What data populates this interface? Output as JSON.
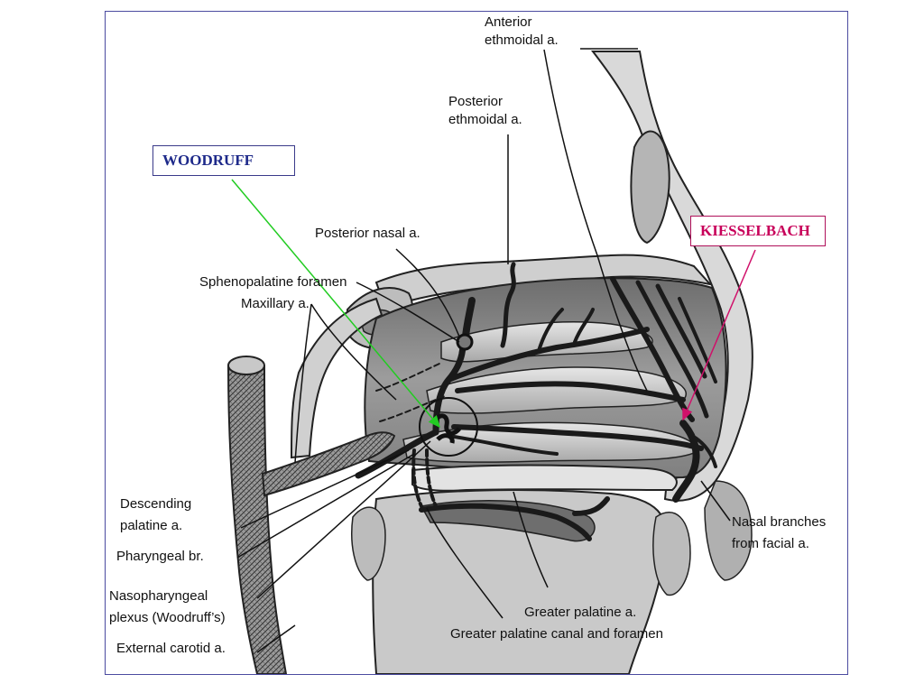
{
  "callouts": {
    "woodruff": "WOODRUFF",
    "kiesselbach": "KIESSELBACH"
  },
  "labels": {
    "anterior_ethmoidal_1": "Anterior",
    "anterior_ethmoidal_2": "ethmoidal a.",
    "posterior_ethmoidal_1": "Posterior",
    "posterior_ethmoidal_2": "ethmoidal a.",
    "posterior_nasal": "Posterior nasal a.",
    "sphenopalatine_foramen": "Sphenopalatine foramen",
    "maxillary": "Maxillary a.",
    "descending_palatine_1": "Descending",
    "descending_palatine_2": "palatine a.",
    "pharyngeal_br": "Pharyngeal br.",
    "nasopharyngeal_1": "Nasopharyngeal",
    "nasopharyngeal_2": "plexus (Woodruff’s)",
    "external_carotid": "External carotid a.",
    "greater_palatine_a": "Greater palatine a.",
    "greater_palatine_canal": "Greater palatine canal and foramen",
    "nasal_branches_1": "Nasal branches",
    "nasal_branches_2": "from facial a."
  },
  "colors": {
    "woodruff_arrow": "#22cc22",
    "kiesselbach_arrow": "#d0106a",
    "frame_border": "#4b4ba0"
  }
}
